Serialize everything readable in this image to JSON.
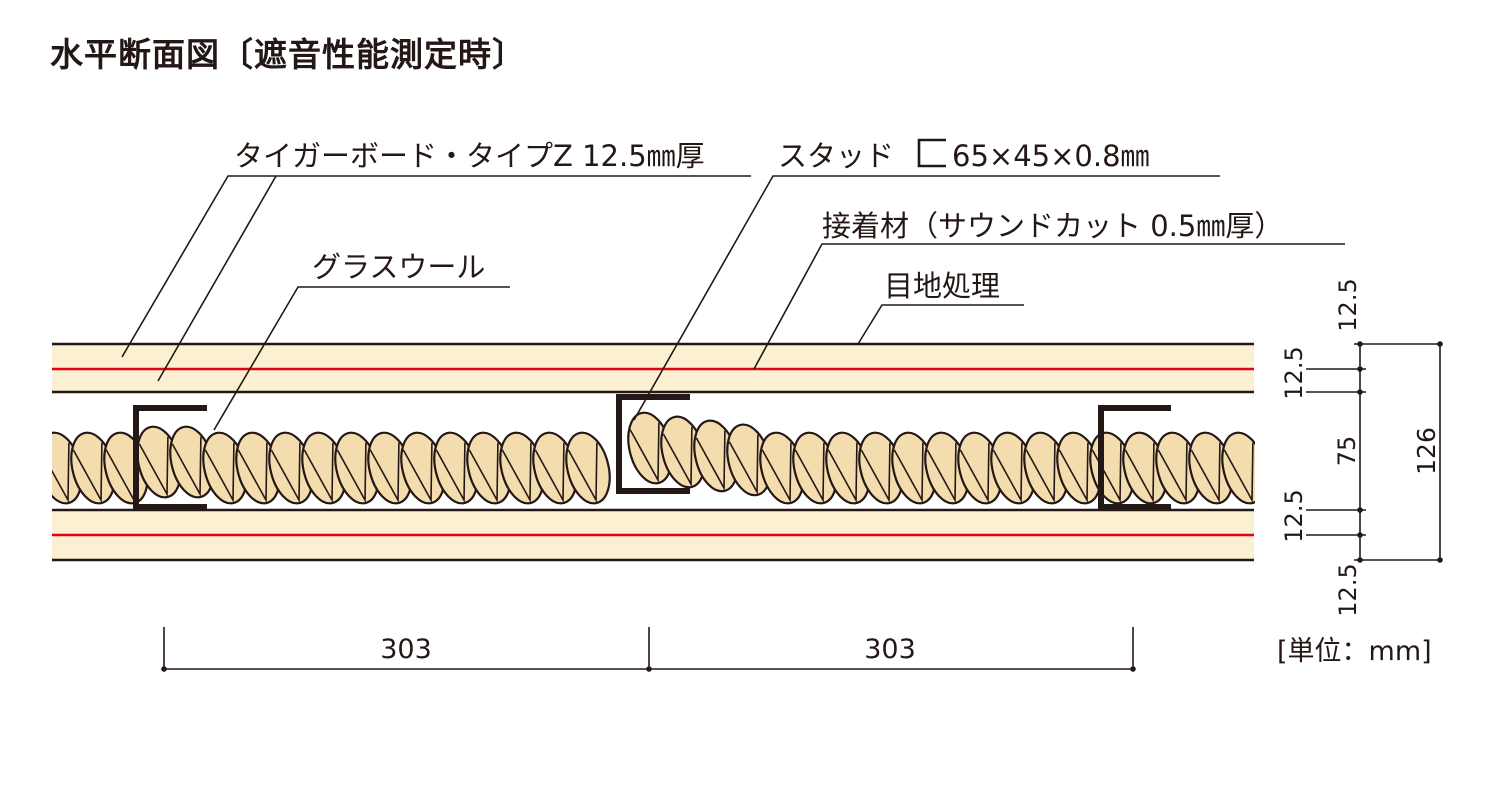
{
  "title": "水平断面図〔遮音性能測定時〕",
  "labels": {
    "board": "タイガーボード・タイプZ 12.5㎜厚",
    "stud_prefix": "スタッド",
    "stud_dims": "65×45×0.8㎜",
    "adhesive": "接着材（サウンドカット 0.5㎜厚）",
    "glasswool": "グラスウール",
    "joint": "目地処理"
  },
  "dimensions": {
    "spacing_left": "303",
    "spacing_right": "303",
    "layer_top_outer": "12.5",
    "layer_top_inner": "12.5",
    "cavity": "75",
    "layer_bottom_inner": "12.5",
    "layer_bottom_outer": "12.5",
    "total": "126",
    "unit": "[単位：mm]"
  },
  "colors": {
    "board_fill": "#fbf1d2",
    "adhesive_red": "#e60012",
    "insulation_fill": "#f3dcae",
    "stroke": "#231815"
  },
  "icons": {
    "stud_symbol": "c-channel-icon"
  }
}
